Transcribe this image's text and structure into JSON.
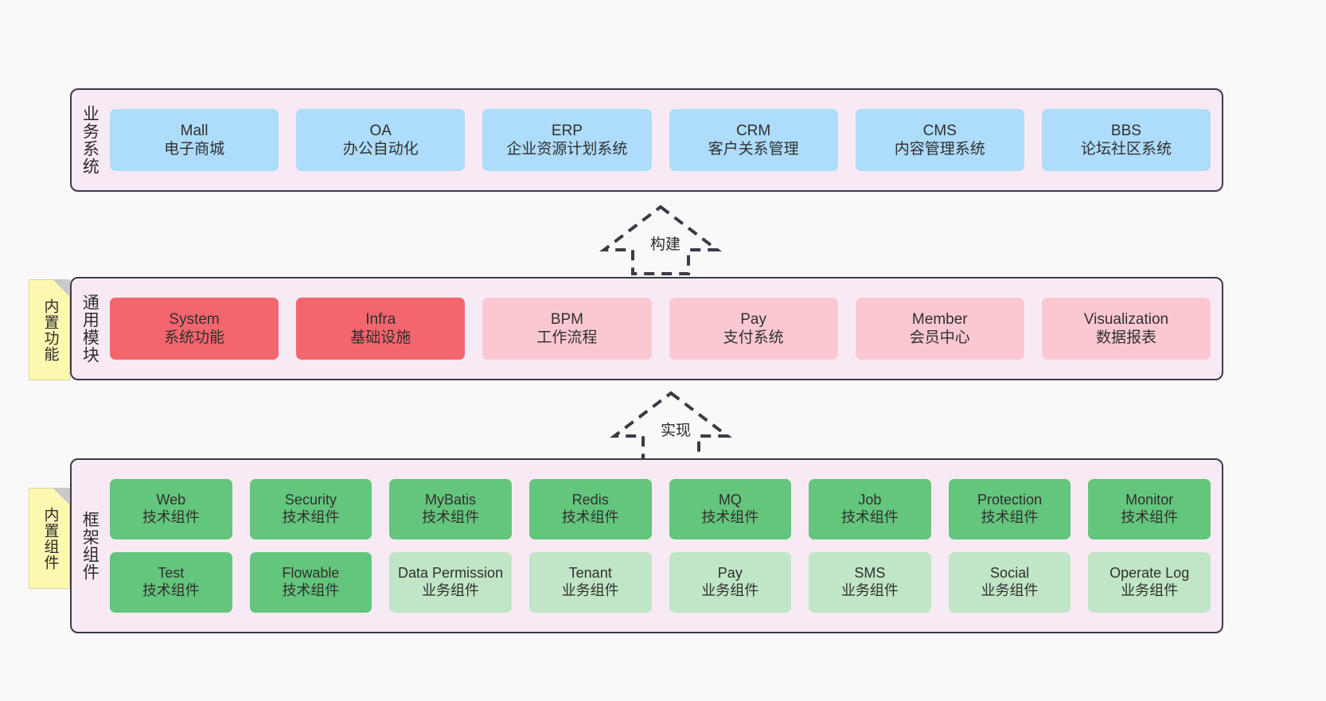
{
  "layers": {
    "business": {
      "title": "业务系统",
      "items": [
        {
          "en": "Mall",
          "cn": "电子商城"
        },
        {
          "en": "OA",
          "cn": "办公自动化"
        },
        {
          "en": "ERP",
          "cn": "企业资源计划系统"
        },
        {
          "en": "CRM",
          "cn": "客户关系管理"
        },
        {
          "en": "CMS",
          "cn": "内容管理系统"
        },
        {
          "en": "BBS",
          "cn": "论坛社区系统"
        }
      ]
    },
    "common": {
      "title": "通用模块",
      "note": "内置功能",
      "items": [
        {
          "en": "System",
          "cn": "系统功能"
        },
        {
          "en": "Infra",
          "cn": "基础设施"
        },
        {
          "en": "BPM",
          "cn": "工作流程"
        },
        {
          "en": "Pay",
          "cn": "支付系统"
        },
        {
          "en": "Member",
          "cn": "会员中心"
        },
        {
          "en": "Visualization",
          "cn": "数据报表"
        }
      ]
    },
    "framework": {
      "title": "框架组件",
      "note": "内置组件",
      "row1": [
        {
          "en": "Web",
          "cn": "技术组件"
        },
        {
          "en": "Security",
          "cn": "技术组件"
        },
        {
          "en": "MyBatis",
          "cn": "技术组件"
        },
        {
          "en": "Redis",
          "cn": "技术组件"
        },
        {
          "en": "MQ",
          "cn": "技术组件"
        },
        {
          "en": "Job",
          "cn": "技术组件"
        },
        {
          "en": "Protection",
          "cn": "技术组件"
        },
        {
          "en": "Monitor",
          "cn": "技术组件"
        }
      ],
      "row2": [
        {
          "en": "Test",
          "cn": "技术组件"
        },
        {
          "en": "Flowable",
          "cn": "技术组件"
        },
        {
          "en": "Data Permission",
          "cn": "业务组件"
        },
        {
          "en": "Tenant",
          "cn": "业务组件"
        },
        {
          "en": "Pay",
          "cn": "业务组件"
        },
        {
          "en": "SMS",
          "cn": "业务组件"
        },
        {
          "en": "Social",
          "cn": "业务组件"
        },
        {
          "en": "Operate Log",
          "cn": "业务组件"
        }
      ]
    }
  },
  "arrows": {
    "build": "构建",
    "implement": "实现"
  },
  "colors": {
    "page_bg": "#f9f9f9",
    "panel_bg": "#f8eaf5",
    "panel_border": "#3b3b47",
    "business_cell": "#aedcfb",
    "common_cell": "#fbc8d1",
    "common_cell_highlight": "#f4666e",
    "framework_tech_cell": "#64c57d",
    "framework_biz_cell": "#c0e6c7",
    "note_bg": "#fcf8b0",
    "arrow_stroke": "#3b3b47"
  }
}
